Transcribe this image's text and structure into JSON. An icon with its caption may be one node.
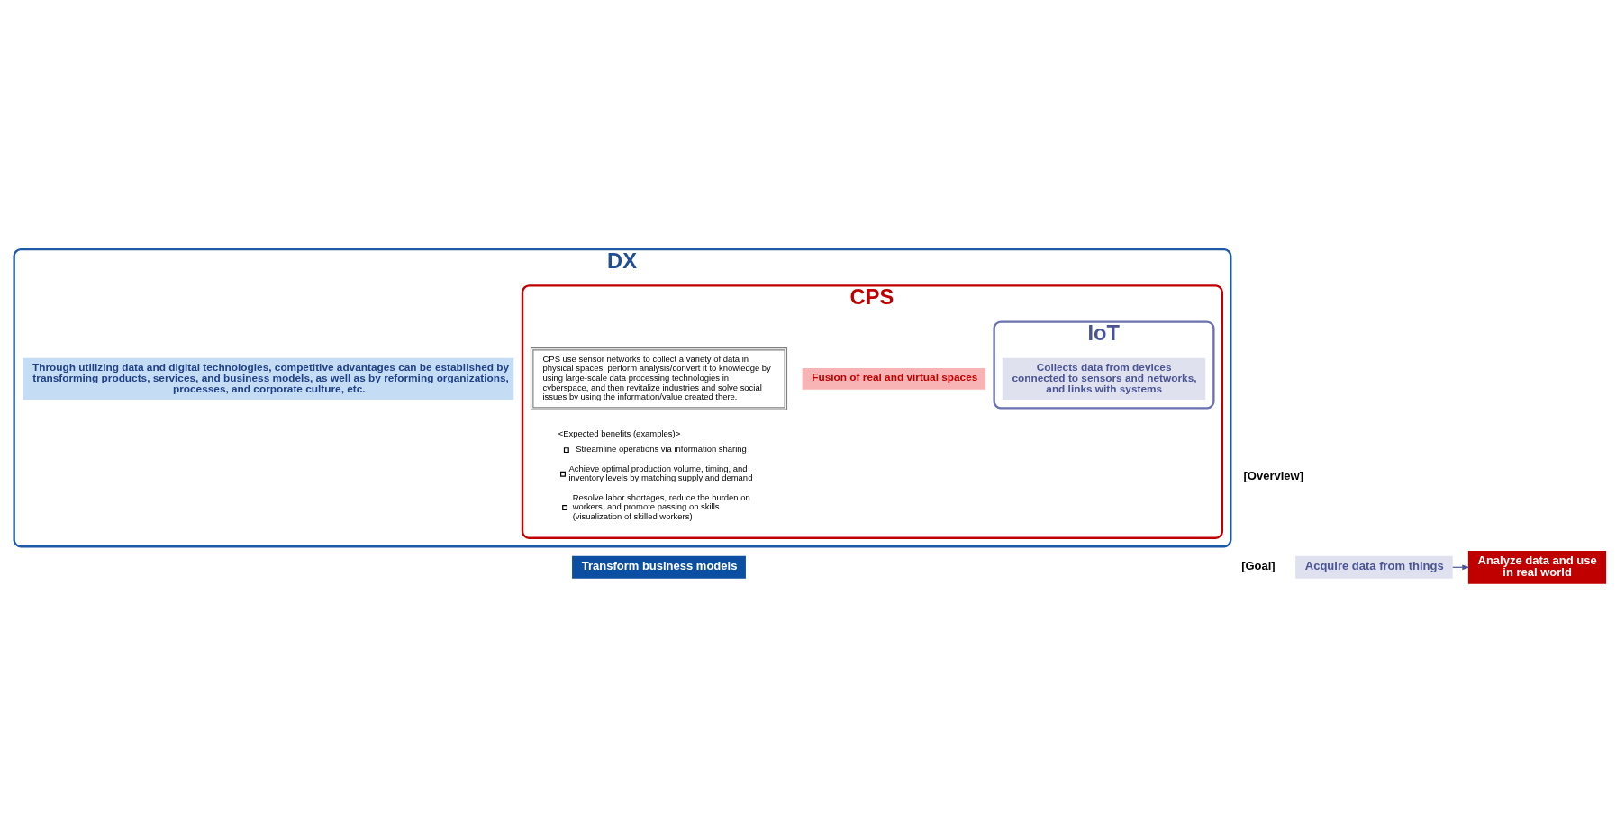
{
  "diagram": {
    "nodes": [
      {
        "text": [
          "DX"
        ]
      },
      {
        "text": [
          "Through utilizing data and digital technologies, competitive advantages can be established by transforming products, services, and business models, as well as by reforming organizations, processes, and corporate culture, etc."
        ],
        "in": 0
      },
      {
        "text": [
          "CPS"
        ],
        "in": 0
      },
      {
        "text": [
          "Fusion of real and virtual spaces"
        ],
        "in": 2
      },
      {
        "text": [
          "CPS use sensor networks to collect a variety of data in physical spaces, perform analysis/convert it to knowledge by using large-scale data processing technologies in cyberspace, and then revitalize industries and solve social issues by using the information/value created there."
        ],
        "in": 2
      },
      {
        "text": [
          "IoT"
        ],
        "in": 2
      },
      {
        "text": [
          "Collects data from devices connected to sensors and networks, and links with systems"
        ],
        "in": 5
      },
      {
        "text": [
          "Acquire data from things"
        ]
      },
      {
        "text": [
          "Analyze data and use in real world"
        ]
      },
      {
        "text": [
          "Transform business models"
        ]
      }
    ],
    "edges": [
      {
        "from": 7,
        "to": 8,
        "arrow": "to"
      }
    ],
    "labels": [
      "[Overview]",
      "<Expected benefits (examples)>",
      "Streamline operations via information sharing",
      "Achieve optimal production volume, timing, and inventory levels by matching supply and demand",
      "Resolve labor shortages, reduce the burden on workers, and promote passing on skills (visualization of skilled workers)",
      "[Goal]"
    ]
  }
}
